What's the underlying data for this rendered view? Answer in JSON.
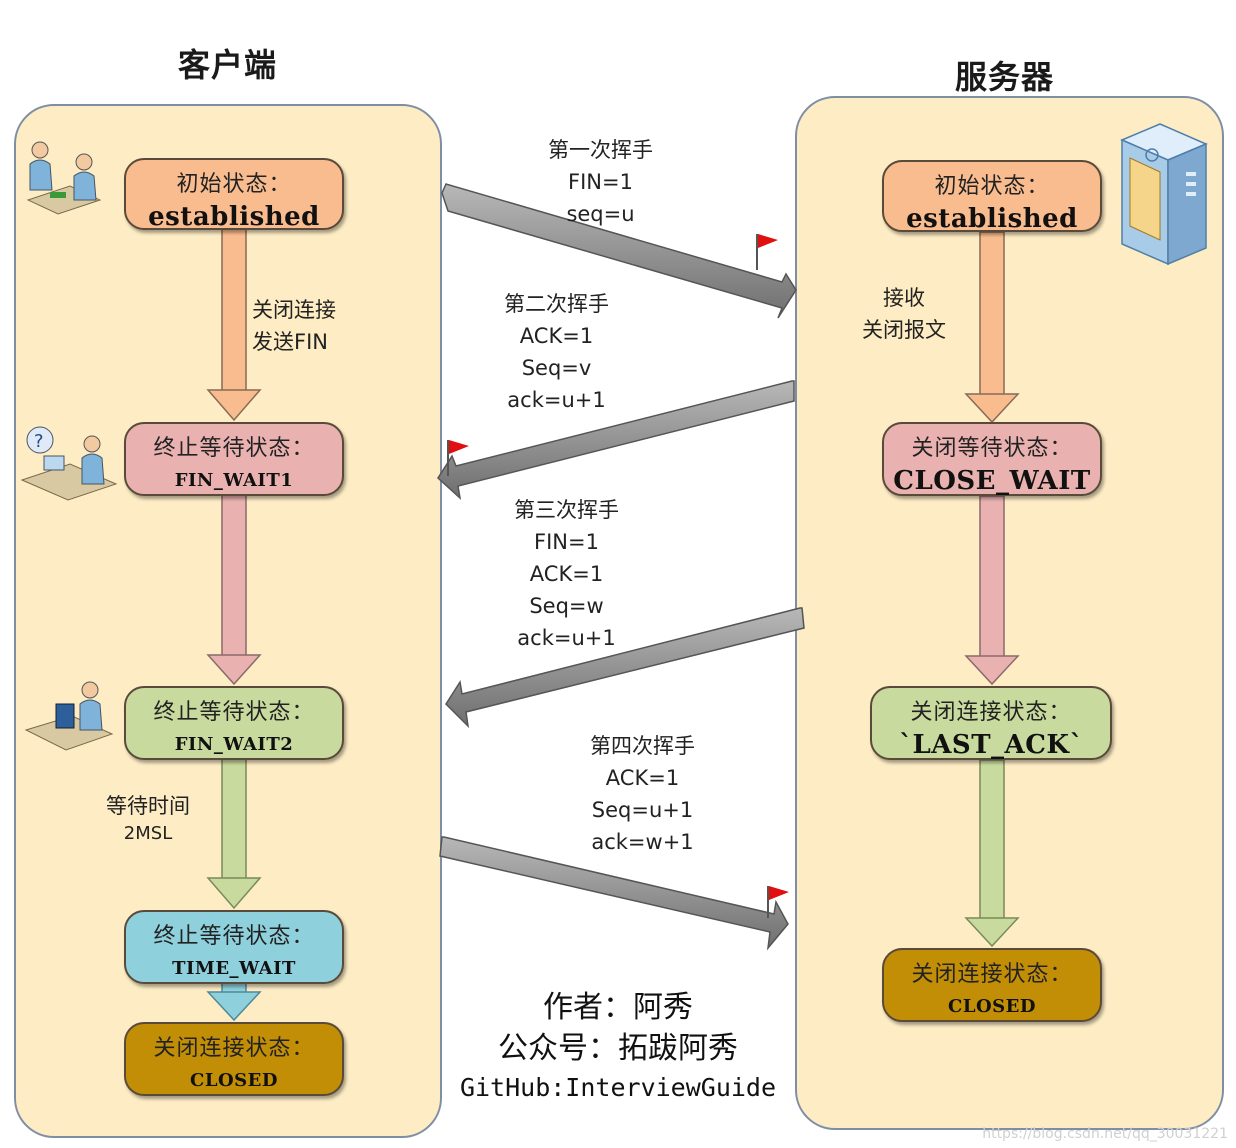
{
  "client": {
    "title": "客户端",
    "states": [
      {
        "label": "初始状态：",
        "value": "established"
      },
      {
        "label": "终止等待状态：",
        "value": "FIN_WAIT1"
      },
      {
        "label": "终止等待状态：",
        "value": "FIN_WAIT2"
      },
      {
        "label": "终止等待状态：",
        "value": "TIME_WAIT"
      },
      {
        "label": "关闭连接状态：",
        "value": "CLOSED"
      }
    ],
    "arrow_labels": {
      "close_line1": "关闭连接",
      "close_line2": "发送FIN",
      "wait_line1": "等待时间",
      "wait_line2": "2MSL"
    }
  },
  "server": {
    "title": "服务器",
    "states": [
      {
        "label": "初始状态：",
        "value": "established"
      },
      {
        "label": "关闭等待状态：",
        "value": "CLOSE_WAIT"
      },
      {
        "label": "关闭连接状态：",
        "value": "`LAST_ACK`"
      },
      {
        "label": "关闭连接状态：",
        "value": "CLOSED"
      }
    ],
    "arrow_labels": {
      "recv_line1": "接收",
      "recv_line2": "关闭报文"
    }
  },
  "handshakes": [
    {
      "title": "第一次挥手",
      "lines": [
        "FIN=1",
        "seq=u"
      ]
    },
    {
      "title": "第二次挥手",
      "lines": [
        "ACK=1",
        "Seq=v",
        "ack=u+1"
      ]
    },
    {
      "title": "第三次挥手",
      "lines": [
        "FIN=1",
        "ACK=1",
        "Seq=w",
        "ack=u+1"
      ]
    },
    {
      "title": "第四次挥手",
      "lines": [
        "ACK=1",
        "Seq=u+1",
        "ack=w+1"
      ]
    }
  ],
  "author": {
    "line1": "作者：阿秀",
    "line2": "公众号：拓跋阿秀",
    "line3": "GitHub:InterviewGuide"
  },
  "watermark": "https://blog.csdn.net/qq_30031221",
  "icons": [
    "two-people-meeting-icon",
    "person-question-icon",
    "person-computer-icon",
    "server-tower-icon",
    "red-flag-icon"
  ],
  "colors": {
    "panel": "#fdecc4",
    "established": "#f9bc8f",
    "wait1": "#e9b2b0",
    "wait2": "#c9da9e",
    "time_wait": "#8fd0dd",
    "closed": "#c18e06",
    "message_arrow": "#8c8c8c"
  }
}
